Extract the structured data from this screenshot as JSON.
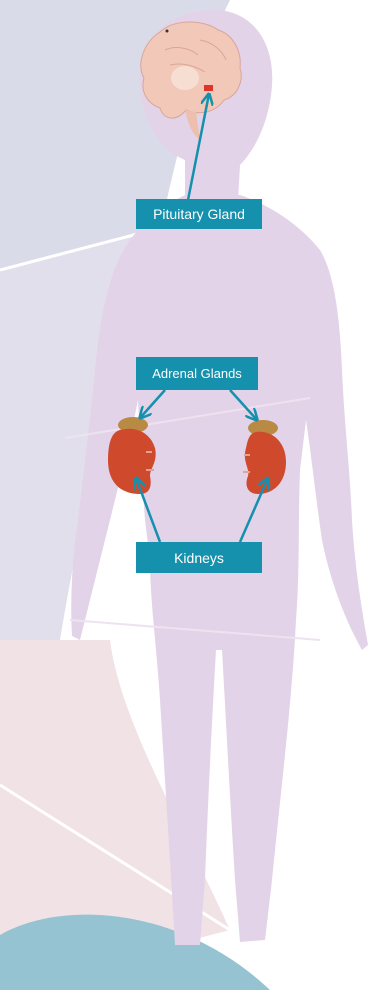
{
  "labels": {
    "pituitary": "Pituitary Gland",
    "adrenal": "Adrenal Glands",
    "kidneys": "Kidneys"
  },
  "colors": {
    "body_silhouette": "#e3d3e8",
    "label_fill": "#1590ad",
    "arrow": "#1590ad",
    "kidney": "#cf4a2c",
    "adrenal_gland": "#b98a44",
    "pituitary_gland": "#e0332a",
    "brain": "#f2c9b9",
    "background_blue_grey": "#dadbe9",
    "background_pink": "#f1e2e6",
    "background_teal": "#95c3d2"
  },
  "icons": {
    "brain": "brain-icon",
    "kidney": "kidney-icon",
    "adrenal": "adrenal-gland-icon"
  }
}
